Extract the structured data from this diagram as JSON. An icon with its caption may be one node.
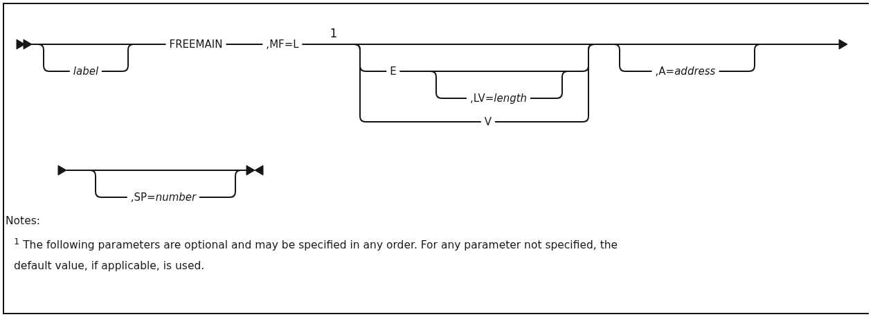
{
  "diagram": {
    "labels": [
      "label",
      "FREEMAIN",
      ",MF=L",
      "1",
      "E",
      ",LV=*length*",
      "V",
      ",A=*address*",
      ",SP=*number*",
      "Notes:",
      "$^{1}$ The following parameters are optional and may be specified in any order. For any parameter not specified, the default value, if applicable, is used."
    ]
  }
}
